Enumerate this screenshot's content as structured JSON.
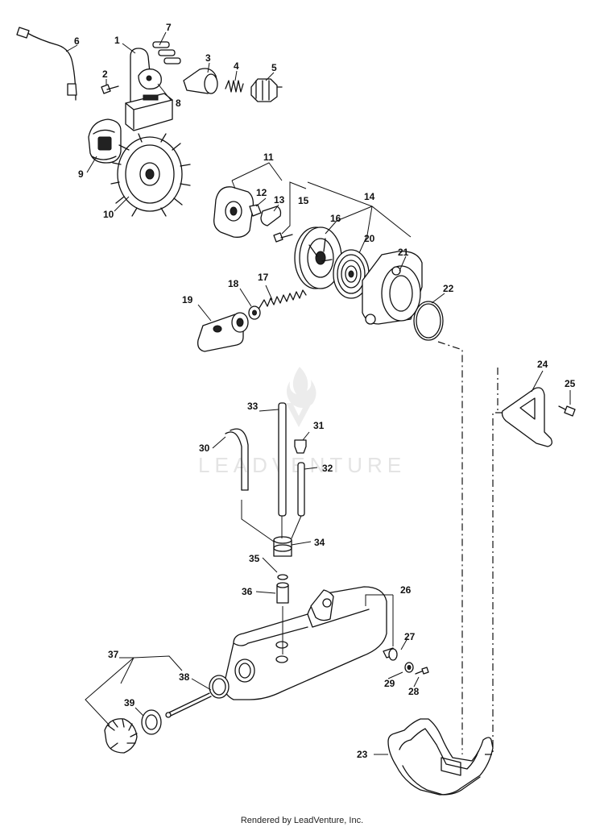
{
  "watermark": {
    "text": "LEADVENTURE"
  },
  "footer": {
    "text": "Rendered by LeadVenture, Inc."
  },
  "callouts": {
    "c1": "1",
    "c2": "2",
    "c3": "3",
    "c4": "4",
    "c5": "5",
    "c6": "6",
    "c7": "7",
    "c8": "8",
    "c9": "9",
    "c10": "10",
    "c11": "11",
    "c12": "12",
    "c13": "13",
    "c14": "14",
    "c15": "15",
    "c16": "16",
    "c17": "17",
    "c18": "18",
    "c19": "19",
    "c20": "20",
    "c21": "21",
    "c22": "22",
    "c23": "23",
    "c24": "24",
    "c25": "25",
    "c26": "26",
    "c27": "27",
    "c28": "28",
    "c29": "29",
    "c30": "30",
    "c31": "31",
    "c32": "32",
    "c33": "33",
    "c34": "34",
    "c35": "35",
    "c36": "36",
    "c37": "37",
    "c38": "38",
    "c39": "39"
  }
}
